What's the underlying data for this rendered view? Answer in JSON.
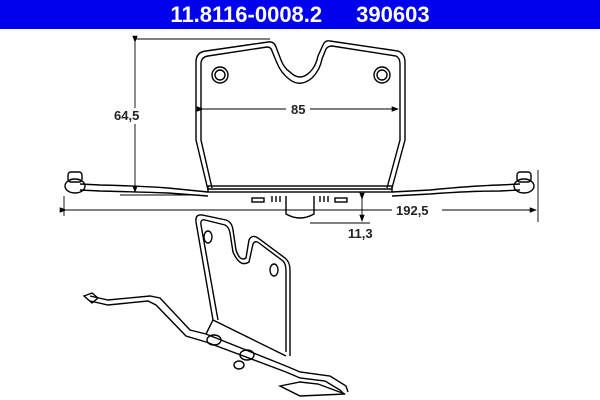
{
  "header": {
    "part_number": "11.8116-0008.2",
    "reference": "390603",
    "background_color": "#0000ee",
    "text_color": "#ffffff"
  },
  "dimensions": {
    "height": "64,5",
    "width_inner": "85",
    "overall_length": "192,5",
    "offset": "11,3"
  },
  "drawing": {
    "views": [
      "front-view-technical-drawing",
      "isometric-3d-view"
    ],
    "line_color": "#000000"
  }
}
